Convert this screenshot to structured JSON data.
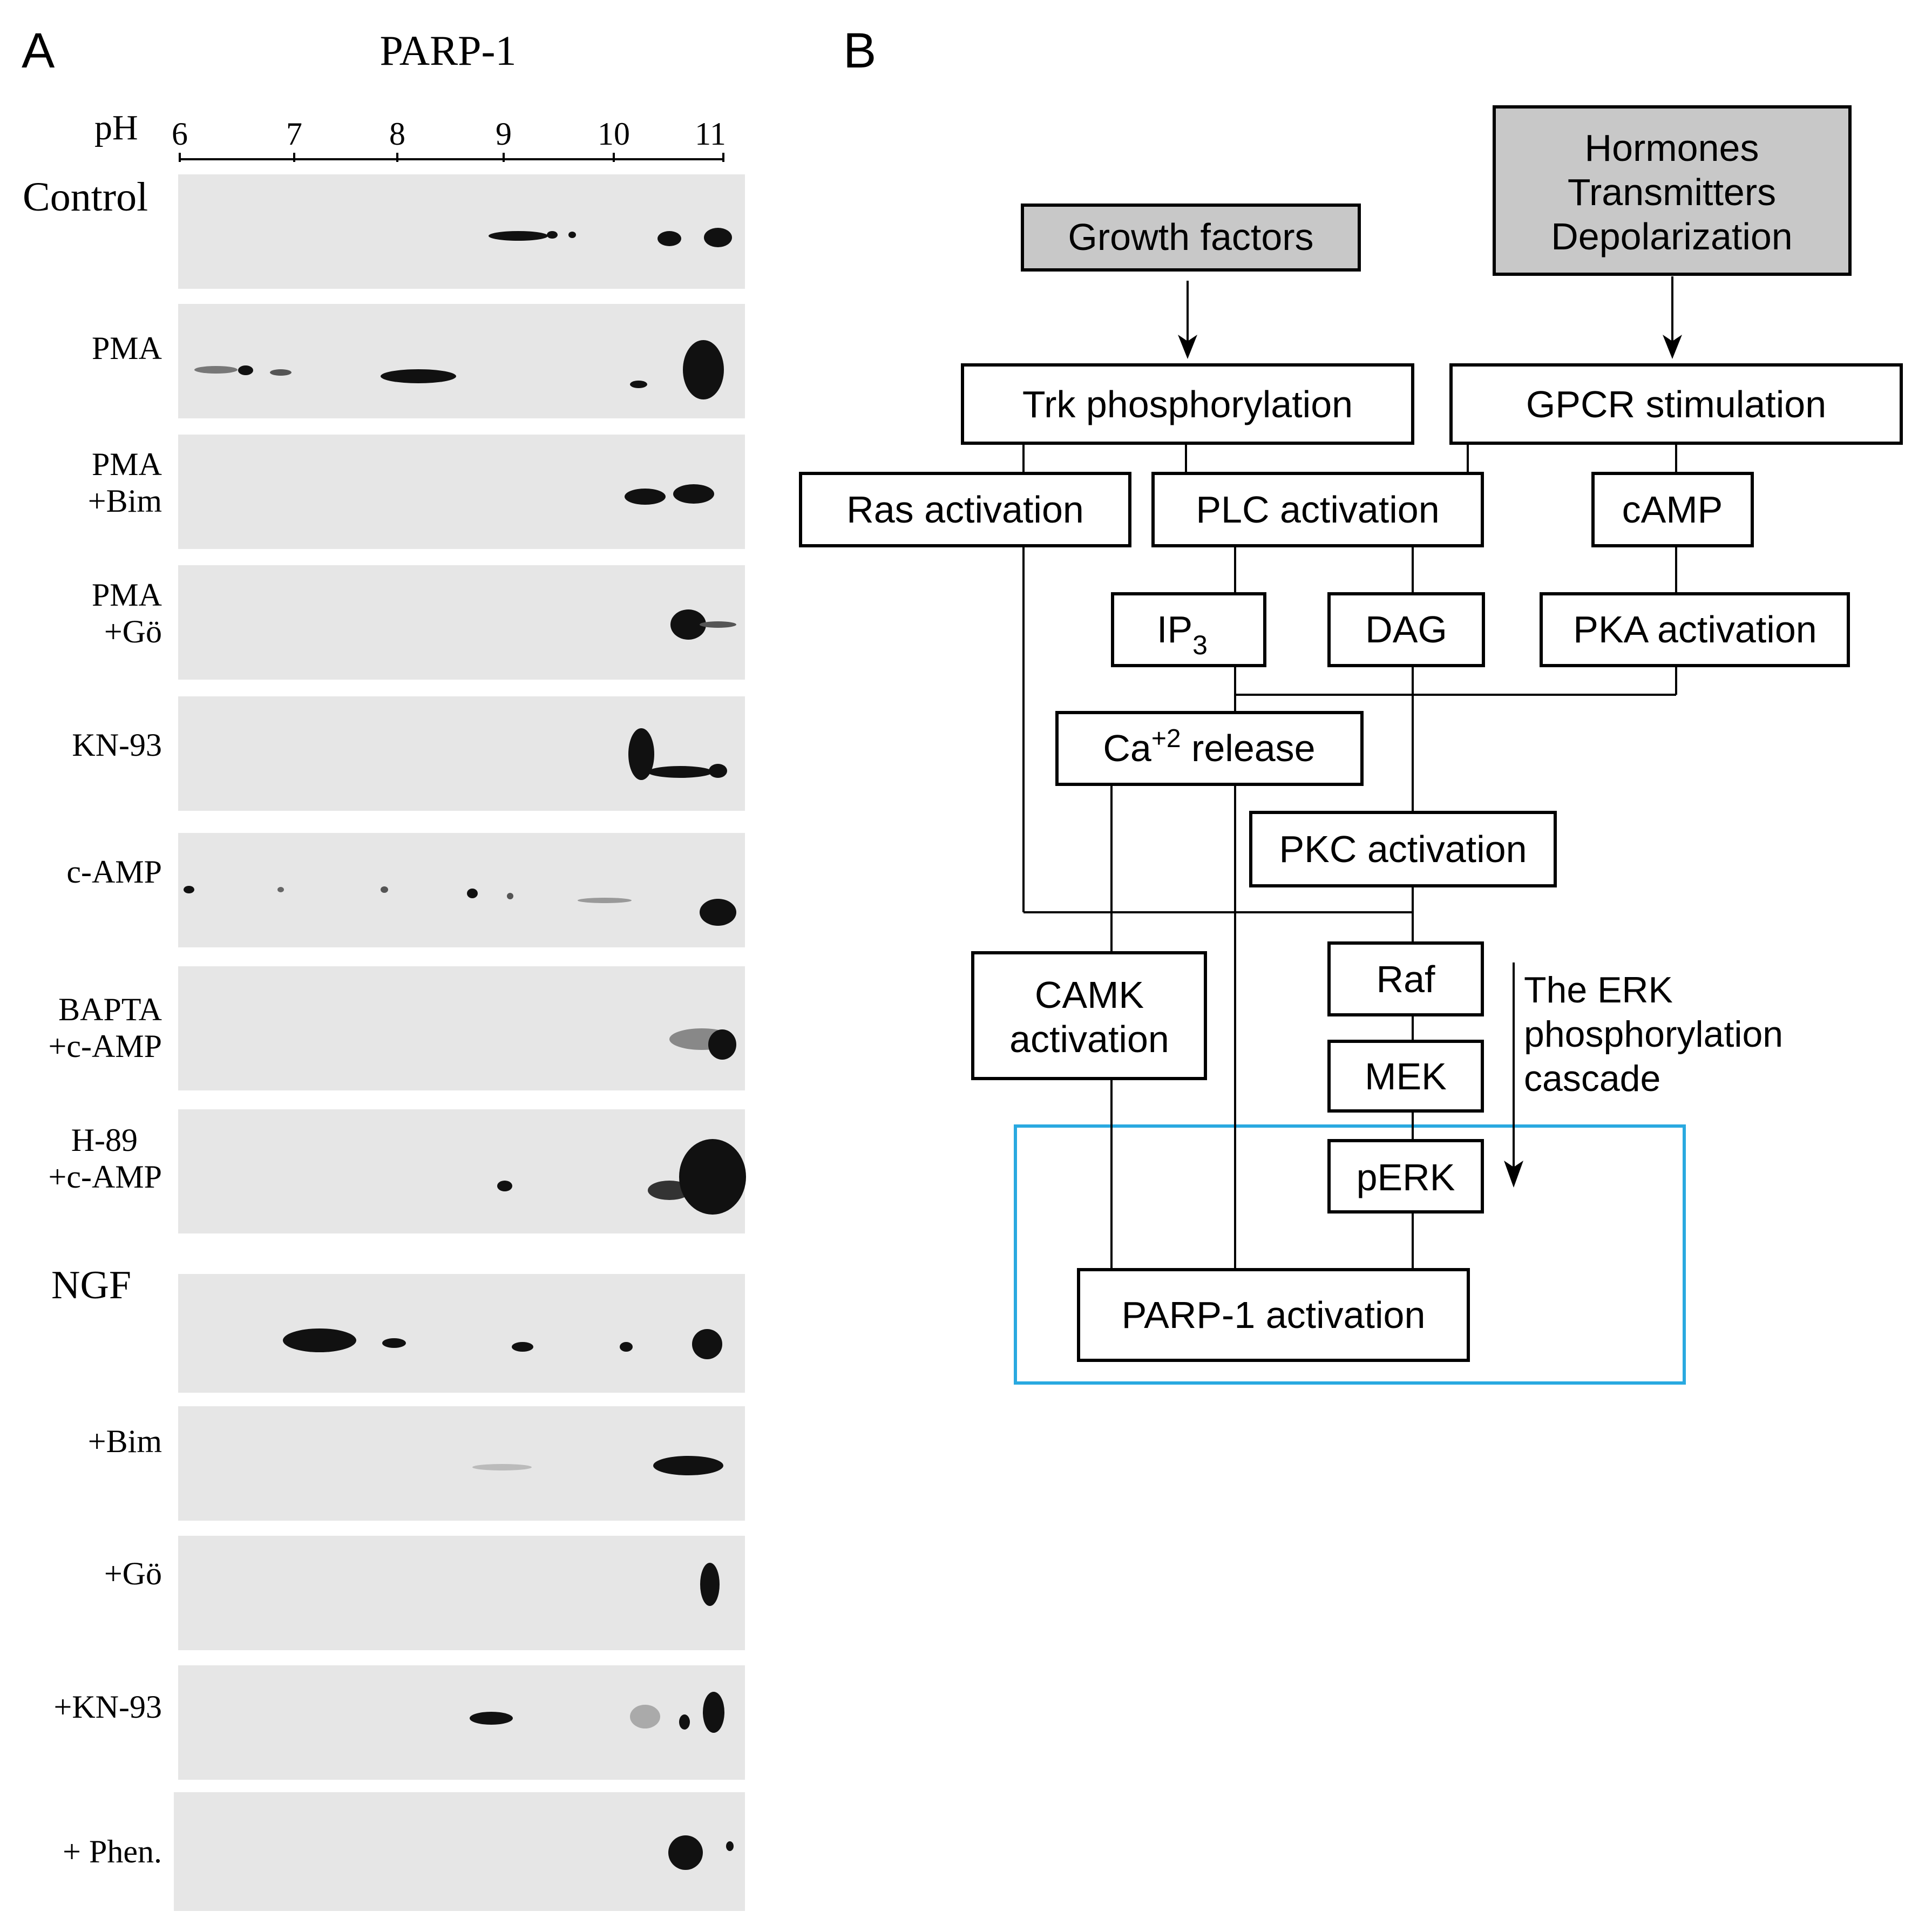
{
  "panel_a": {
    "label": "A",
    "title": "PARP-1",
    "ph_label": "pH",
    "ph_ticks": [
      "6",
      "7",
      "8",
      "9",
      "10",
      "11"
    ],
    "lanes": [
      {
        "label": [
          "Control"
        ]
      },
      {
        "label": [
          "PMA"
        ]
      },
      {
        "label": [
          "PMA",
          "+Bim"
        ]
      },
      {
        "label": [
          "PMA",
          "+Gö"
        ]
      },
      {
        "label": [
          "KN-93"
        ]
      },
      {
        "label": [
          "c-AMP"
        ]
      },
      {
        "label": [
          "BAPTA",
          "+c-AMP"
        ]
      },
      {
        "label": [
          "H-89",
          "+c-AMP"
        ]
      },
      {
        "label": [
          "NGF"
        ]
      },
      {
        "label": [
          "+Bim"
        ]
      },
      {
        "label": [
          "+Gö"
        ]
      },
      {
        "label": [
          "+KN-93"
        ]
      },
      {
        "label": [
          "+ Phen."
        ]
      }
    ]
  },
  "panel_b": {
    "label": "B",
    "nodes": {
      "growth_factors": "Growth factors",
      "hormones": [
        "Hormones",
        "Transmitters",
        "Depolarization"
      ],
      "trk": "Trk phosphorylation",
      "gpcr": "GPCR stimulation",
      "ras": "Ras activation",
      "plc": "PLC activation",
      "camp": "cAMP",
      "ip3": "IP",
      "ip3_sub": "3",
      "dag": "DAG",
      "pka": "PKA activation",
      "ca_pre": "Ca",
      "ca_sup": "+2",
      "ca_post": " release",
      "pkc": "PKC activation",
      "camk": [
        "CAMK",
        "activation"
      ],
      "raf": "Raf",
      "mek": "MEK",
      "perk": "pERK",
      "parp": "PARP-1 activation"
    },
    "erk_note": [
      "The ERK",
      "phosphorylation",
      "cascade"
    ],
    "highlight_color": "#29a9e0",
    "input_fill": "#c8c8c8"
  }
}
